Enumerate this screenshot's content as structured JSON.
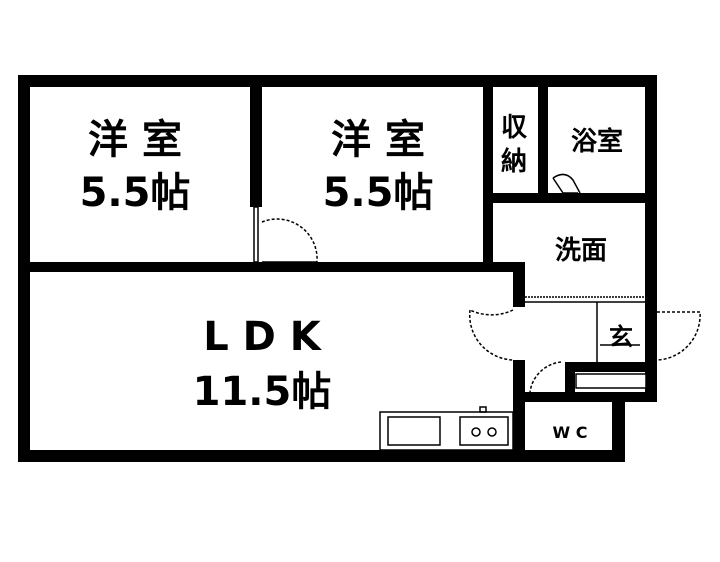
{
  "rooms": {
    "western1": {
      "name": "洋 室",
      "size": "5.5帖"
    },
    "western2": {
      "name": "洋 室",
      "size": "5.5帖"
    },
    "storage": {
      "line1": "収",
      "line2": "納"
    },
    "bath": {
      "name": "浴室"
    },
    "washroom": {
      "name": "洗面"
    },
    "ldk": {
      "name": "L D K",
      "size": "11.5帖"
    },
    "entrance": {
      "name": "玄"
    },
    "wc": {
      "name": "W C"
    }
  },
  "colors": {
    "wall": "#000000",
    "background": "#ffffff"
  }
}
